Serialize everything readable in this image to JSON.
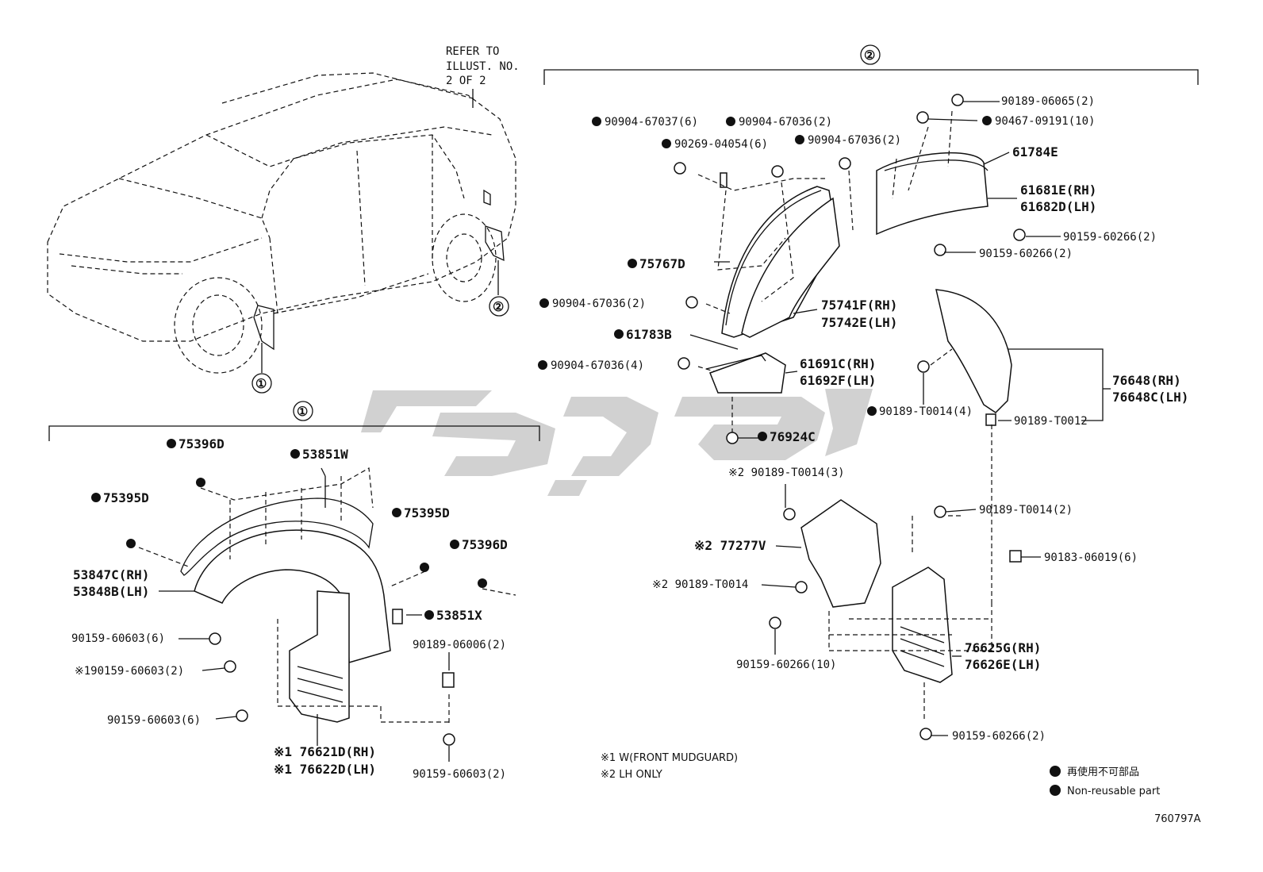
{
  "refer_note": [
    "REFER TO",
    "ILLUST. NO.",
    "2 OF 2"
  ],
  "callouts": {
    "one": "①",
    "two": "②"
  },
  "group1_parts": {
    "p75396D_a": "75396D",
    "p53851W": "53851W",
    "p75395D_a": "75395D",
    "p75395D_b": "75395D",
    "p75396D_b": "75396D",
    "p53847C": "53847C(RH)",
    "p53848B": "53848B(LH)",
    "p53851X": "53851X",
    "p90159_60603_6a": "90159-60603(6)",
    "p90159_60603_2a": "※190159-60603(2)",
    "p90189_06006": "90189-06006(2)",
    "p90159_60603_6b": "90159-60603(6)",
    "p76621D": "※1 76621D(RH)",
    "p76622D": "※1 76622D(LH)",
    "p90159_60603_2b": "90159-60603(2)"
  },
  "group2_parts": {
    "p90904_67037": "90904-67037(6)",
    "p90904_67036_2a": "90904-67036(2)",
    "p90269_04054": "90269-04054(6)",
    "p90904_67036_2b": "90904-67036(2)",
    "p90189_06065": "90189-06065(2)",
    "p90467_09191": "90467-09191(10)",
    "p61784E": "61784E",
    "p61681E": "61681E(RH)",
    "p61682D": "61682D(LH)",
    "p90159_60266_2a": "90159-60266(2)",
    "p90159_60266_2b": "90159-60266(2)",
    "p75767D": "75767D",
    "p90904_67036_2c": "90904-67036(2)",
    "p75741F": "75741F(RH)",
    "p75742E": "75742E(LH)",
    "p61783B": "61783B",
    "p90904_67036_4": "90904-67036(4)",
    "p61691C": "61691C(RH)",
    "p61692F": "61692F(LH)",
    "p76648_RH": "76648(RH)",
    "p76648C_LH": "76648C(LH)",
    "p90189_T0014_4": "90189-T0014(4)",
    "p90189_T0012": "90189-T0012",
    "p76924C": "76924C",
    "p90189_T0014_3": "※2 90189-T0014(3)",
    "p77277V": "※2 77277V",
    "p90189_T0014_x": "※2 90189-T0014",
    "p90159_60266_10": "90159-60266(10)",
    "p90189_T0014_2": "90189-T0014(2)",
    "p90183_06019": "90183-06019(6)",
    "p76625G": "76625G(RH)",
    "p76626E": "76626E(LH)",
    "p90159_60266_2c": "90159-60266(2)"
  },
  "notes": {
    "n1": "※1 W(FRONT MUDGUARD)",
    "n2": "※2 LH ONLY"
  },
  "legend": {
    "jp": "再使用不可部品",
    "en": "Non-reusable part"
  },
  "illustration_id": "760797A"
}
